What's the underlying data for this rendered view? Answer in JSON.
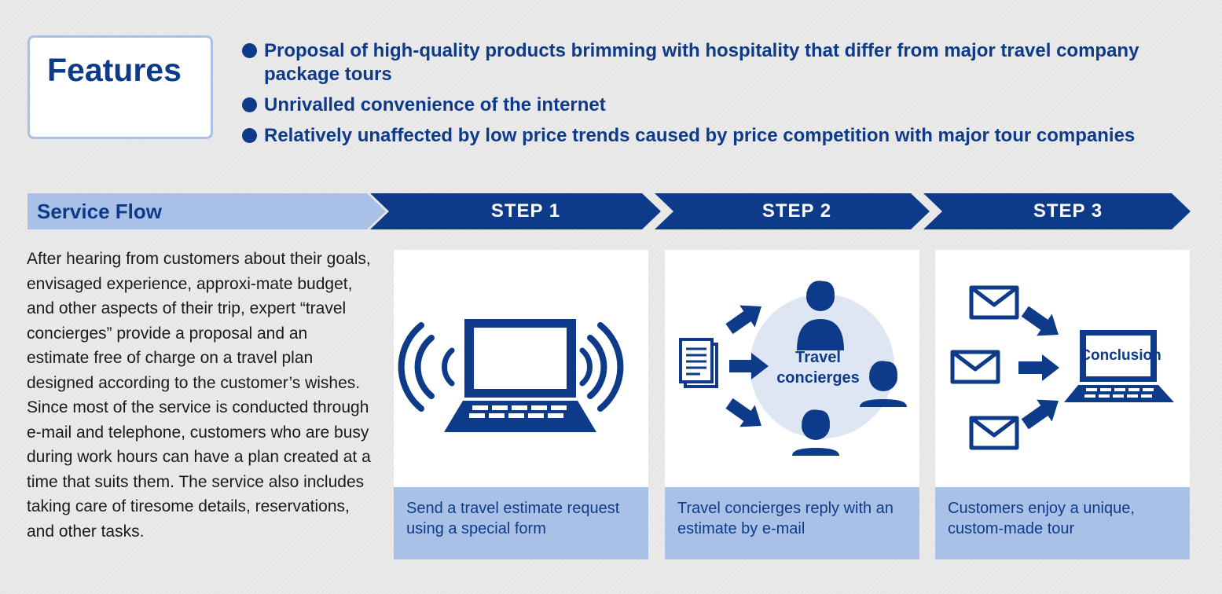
{
  "features": {
    "title": "Features",
    "items": [
      "Proposal of high-quality products brimming with hospitality that differ from major travel company package tours",
      "Unrivalled convenience of the internet",
      "Relatively unaffected by low price trends caused by price competition with major tour companies"
    ]
  },
  "service_flow": {
    "title": "Service Flow",
    "description": "After hearing from customers about their goals, envisaged experience, approxi-mate budget, and other aspects of their trip, expert “travel concierges” provide a proposal and an estimate free of charge on a travel plan designed according to the customer’s wishes. Since most of the service is conducted through e-mail and telephone, customers who are busy during work hours can have a plan created at a time that suits them. The service also includes taking care of tiresome details, reservations, and other tasks.",
    "steps": [
      {
        "label": "STEP 1",
        "caption": "Send a travel estimate request using a special form",
        "icon": "wireless-laptop-icon"
      },
      {
        "label": "STEP 2",
        "caption": "Travel concierges reply with an estimate by e-mail",
        "icon": "concierges-icon",
        "overlay": "Travel concierges"
      },
      {
        "label": "STEP 3",
        "caption": "Customers enjoy a unique, custom-made tour",
        "icon": "mail-to-laptop-icon",
        "overlay": "Conclusion"
      }
    ]
  },
  "colors": {
    "navy": "#0e3a8a",
    "light_blue": "#a9c1e6",
    "background": "#e6e6e6",
    "circle": "#dfe6f3"
  }
}
